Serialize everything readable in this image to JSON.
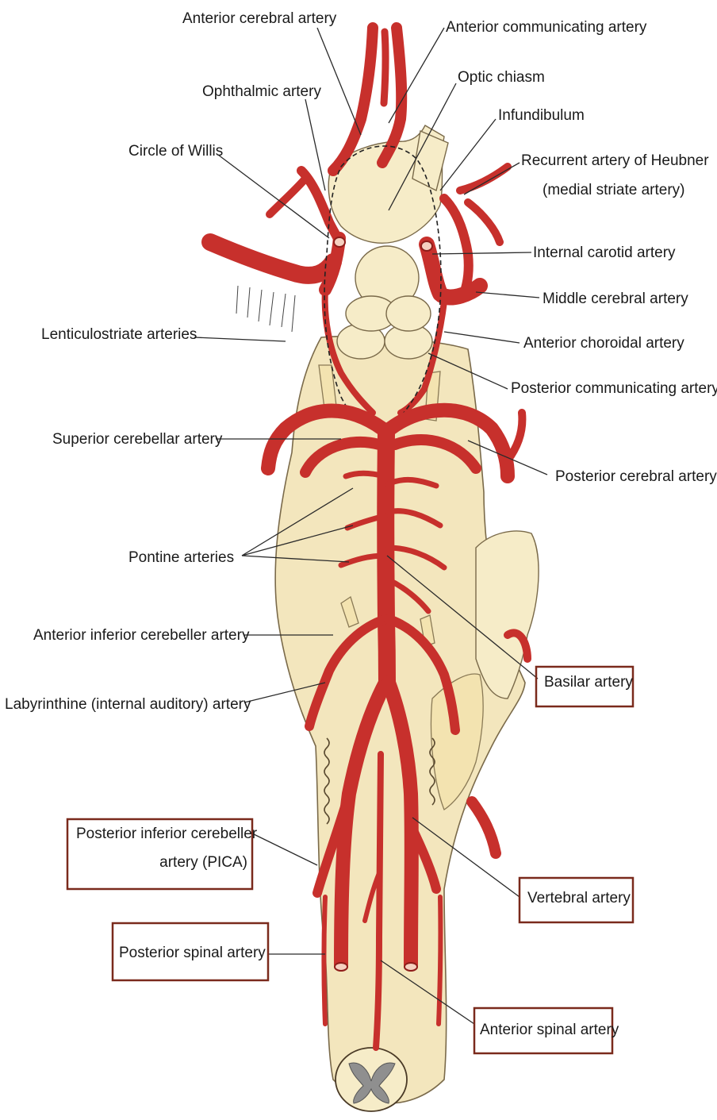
{
  "labels": {
    "anterior_cerebral": "Anterior cerebral artery",
    "anterior_communicating": "Anterior communicating artery",
    "optic_chiasm": "Optic chiasm",
    "ophthalmic": "Ophthalmic artery",
    "infundibulum": "Infundibulum",
    "circle_of_willis": "Circle of Willis",
    "heubner_line1": "Recurrent artery of Heubner",
    "heubner_line2": "(medial striate artery)",
    "internal_carotid": "Internal carotid artery",
    "middle_cerebral": "Middle cerebral artery",
    "lenticulostriate": "Lenticulostriate arteries",
    "anterior_choroidal": "Anterior choroidal artery",
    "posterior_communicating": "Posterior communicating artery",
    "superior_cerebellar": "Superior cerebellar artery",
    "posterior_cerebral": "Posterior cerebral artery",
    "pontine": "Pontine arteries",
    "aica": "Anterior inferior cerebeller artery",
    "basilar": "Basilar artery",
    "labyrinthine": "Labyrinthine (internal auditory) artery",
    "pica_line1": "Posterior inferior cerebeller",
    "pica_line2": "artery (PICA)",
    "vertebral": "Vertebral artery",
    "posterior_spinal": "Posterior spinal artery",
    "anterior_spinal": "Anterior spinal artery"
  },
  "colors": {
    "artery": "#c7302c",
    "artery_dark": "#8e1d1a",
    "brain_tissue": "#f3e6bd",
    "highlight_box": "#7a2a1c"
  }
}
